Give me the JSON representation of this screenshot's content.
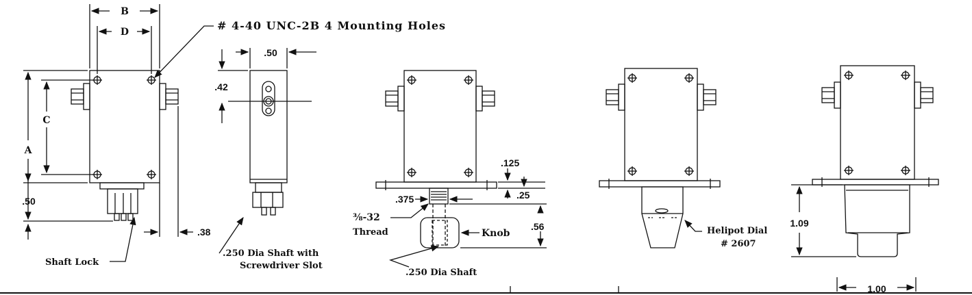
{
  "labels": {
    "B": "B",
    "D": "D",
    "A": "A",
    "C": "C",
    "mounting_holes": "# 4-40 UNC-2B 4 Mounting Holes",
    "dim_50_top": ".50",
    "dim_42": ".42",
    "dim_50_left": ".50",
    "dim_38": ".38",
    "shaft_lock": "Shaft Lock",
    "shaft_screwdriver_1": ".250 Dia Shaft with",
    "shaft_screwdriver_2": "Screwdriver Slot",
    "dim_125": ".125",
    "dim_375": ".375",
    "dim_25": ".25",
    "thread_1": "⅜-32",
    "thread_2": "Thread",
    "knob": "Knob",
    "dim_56": ".56",
    "shaft_250": ".250 Dia Shaft",
    "helipot_1": "Helipot Dial",
    "helipot_2": "# 2607",
    "dim_109": "1.09",
    "dim_100": "1.00"
  },
  "colors": {
    "ink": "#111111",
    "paper": "#ffffff"
  }
}
